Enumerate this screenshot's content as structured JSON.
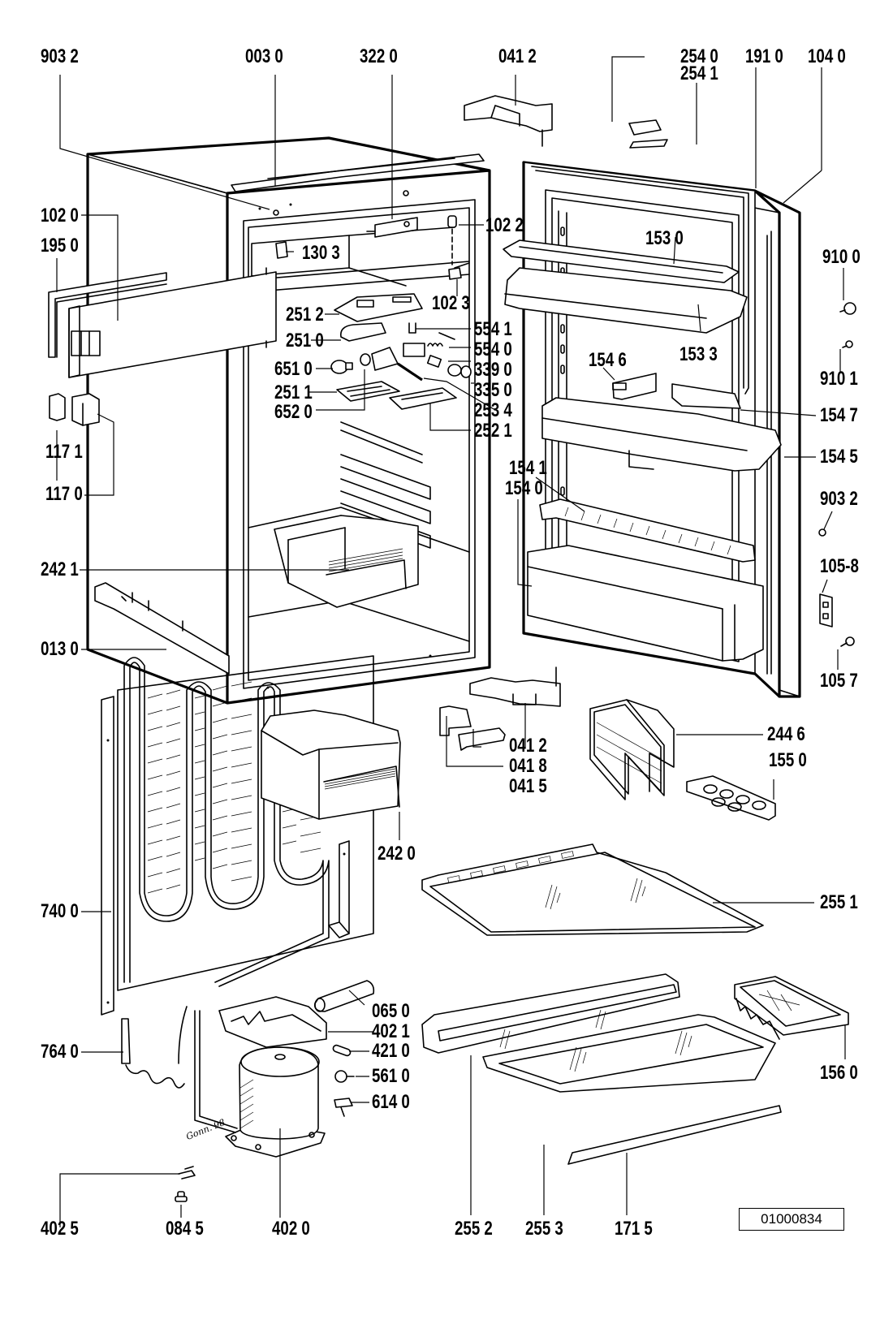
{
  "diagram": {
    "title": "Refrigerator exploded parts diagram",
    "drawing_number": "01000834",
    "handwritten_note": "Gonn. 98",
    "labels": {
      "l9032a": "903 2",
      "l0030": "003 0",
      "l3220": "322 0",
      "l0412a": "041 2",
      "l2540": "254 0",
      "l2541": "254 1",
      "l1910": "191 0",
      "l1040": "104 0",
      "l1020": "102 0",
      "l1950": "195 0",
      "l1303": "130 3",
      "l1022": "102 2",
      "l1023": "102 3",
      "l1530": "153 0",
      "l1533": "153 3",
      "l9100": "910 0",
      "l9101": "910 1",
      "l2512": "251 2",
      "l2510": "251 0",
      "l6510": "651 0",
      "l2511": "251 1",
      "l6520": "652 0",
      "l5541": "554 1",
      "l5540": "554 0",
      "l3390": "339 0",
      "l3350": "335 0",
      "l2534": "253 4",
      "l2521": "252 1",
      "l1546": "154 6",
      "l1547": "154 7",
      "l1545": "154 5",
      "l1171": "117 1",
      "l1170": "117 0",
      "l1541": "154 1",
      "l1540": "154 0",
      "l9032b": "903 2",
      "l1058": "105-8",
      "l1057": "105 7",
      "l2421": "242 1",
      "l0130": "013 0",
      "l0412b": "041 2",
      "l0418": "041 8",
      "l0415": "041 5",
      "l2446": "244 6",
      "l1550": "155 0",
      "l2420": "242 0",
      "l2551": "255 1",
      "l7400": "740 0",
      "l0650": "065 0",
      "l4021": "402 1",
      "l4210": "421 0",
      "l5610": "561 0",
      "l6140": "614 0",
      "l7640": "764 0",
      "l1560": "156 0",
      "l4025": "402 5",
      "l0845": "084 5",
      "l4020": "402 0",
      "l2552": "255 2",
      "l2553": "255 3",
      "l1715": "171 5"
    }
  }
}
